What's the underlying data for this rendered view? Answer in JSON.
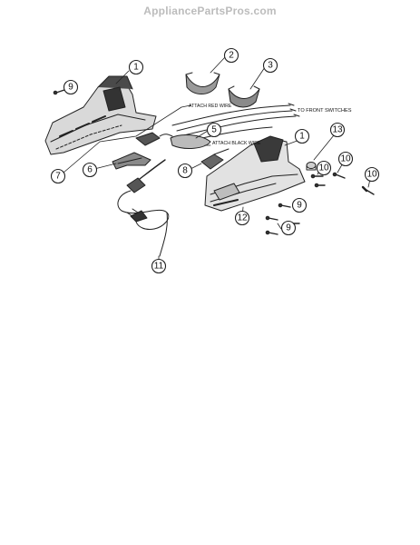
{
  "site": {
    "watermark": "AppliancePartsPros.com"
  },
  "annotations": {
    "attach_red_wire": "ATTACH RED WIRE",
    "attach_black_wire": "ATTACH BLACK WIRE",
    "to_front_switches": "TO FRONT SWITCHES"
  },
  "callouts": {
    "c1a": "1",
    "c1b": "1",
    "c2": "2",
    "c3": "3",
    "c5": "5",
    "c6": "6",
    "c7": "7",
    "c8": "8",
    "c9a": "9",
    "c9b": "9",
    "c9c": "9",
    "c10a": "10",
    "c10b": "10",
    "c10c": "10",
    "c11": "11",
    "c12": "12",
    "c13": "13"
  }
}
